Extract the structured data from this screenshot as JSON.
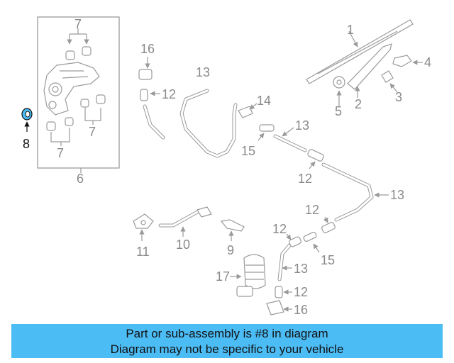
{
  "callouts": {
    "c1": "1",
    "c2": "2",
    "c3": "3",
    "c4": "4",
    "c5": "5",
    "c6": "6",
    "c7a": "7",
    "c7b": "7",
    "c7c": "7",
    "c8": "8",
    "c9": "9",
    "c10": "10",
    "c11": "11",
    "c12a": "12",
    "c12b": "12",
    "c12c": "12",
    "c12d": "12",
    "c12e": "12",
    "c13a": "13",
    "c13b": "13",
    "c13c": "13",
    "c13d": "13",
    "c14": "14",
    "c15a": "15",
    "c15b": "15",
    "c16a": "16",
    "c16b": "16",
    "c17": "17"
  },
  "highlight": {
    "part_number": "8",
    "color": "#4cbcf5"
  },
  "banner": {
    "line1": "Part or sub-assembly is #8 in diagram",
    "line2": "Diagram may not be specific to your vehicle",
    "background": "#4cbcf5"
  },
  "colors": {
    "lines": "#9a9a9a",
    "labels": "#8a8a8a"
  }
}
